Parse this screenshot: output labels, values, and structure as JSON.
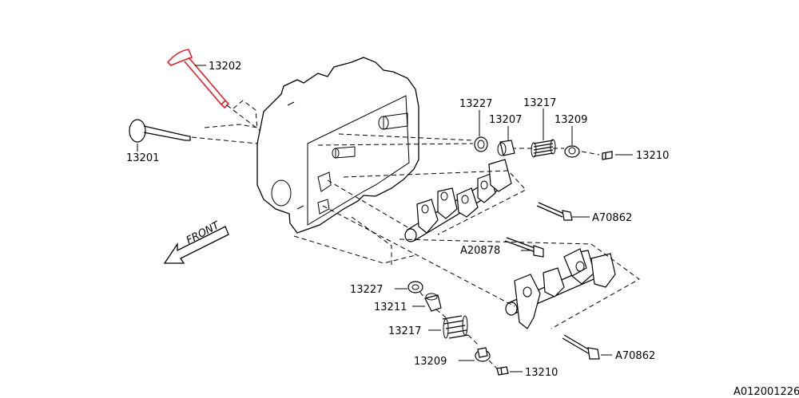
{
  "labels": {
    "p13202": "13202",
    "p13201": "13201",
    "p13227_top": "13227",
    "p13207": "13207",
    "p13217_top": "13217",
    "p13209_top": "13209",
    "p13210_top": "13210",
    "pA70862_top": "A70862",
    "pA20878": "A20878",
    "p13227_bot": "13227",
    "p13211": "13211",
    "p13217_bot": "13217",
    "p13209_bot": "13209",
    "p13210_bot": "13210",
    "pA70862_bot": "A70862",
    "front": "FRONT",
    "diagram_code": "A012001226"
  },
  "colors": {
    "highlight": "#e0202a",
    "line": "#000000"
  }
}
